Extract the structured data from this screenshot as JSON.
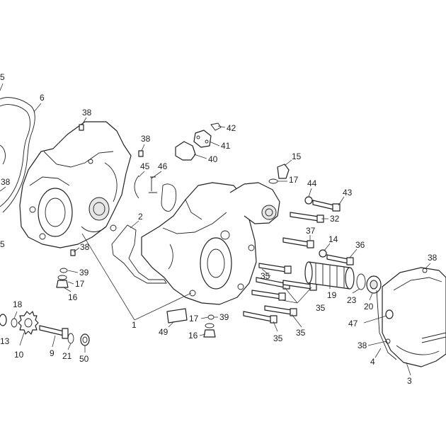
{
  "diagram": {
    "callouts": [
      {
        "id": "c5a",
        "text": "5"
      },
      {
        "id": "c6",
        "text": "6"
      },
      {
        "id": "c38a",
        "text": "38"
      },
      {
        "id": "c38b",
        "text": "38"
      },
      {
        "id": "c38c",
        "text": "38"
      },
      {
        "id": "c38d",
        "text": "38"
      },
      {
        "id": "c5b",
        "text": "5"
      },
      {
        "id": "c42",
        "text": "42"
      },
      {
        "id": "c41",
        "text": "41"
      },
      {
        "id": "c40",
        "text": "40"
      },
      {
        "id": "c45",
        "text": "45"
      },
      {
        "id": "c46",
        "text": "46"
      },
      {
        "id": "c15",
        "text": "15"
      },
      {
        "id": "c17a",
        "text": "17"
      },
      {
        "id": "c44",
        "text": "44"
      },
      {
        "id": "c43",
        "text": "43"
      },
      {
        "id": "c32",
        "text": "32"
      },
      {
        "id": "c37",
        "text": "37"
      },
      {
        "id": "c14",
        "text": "14"
      },
      {
        "id": "c36",
        "text": "36"
      },
      {
        "id": "c38e",
        "text": "38"
      },
      {
        "id": "c2",
        "text": "2"
      },
      {
        "id": "c39a",
        "text": "39"
      },
      {
        "id": "c17b",
        "text": "17"
      },
      {
        "id": "c16a",
        "text": "16"
      },
      {
        "id": "c35a",
        "text": "35"
      },
      {
        "id": "c35b",
        "text": "35"
      },
      {
        "id": "c35c",
        "text": "35"
      },
      {
        "id": "c35d",
        "text": "35"
      },
      {
        "id": "c19",
        "text": "19"
      },
      {
        "id": "c23",
        "text": "23"
      },
      {
        "id": "c20",
        "text": "20"
      },
      {
        "id": "c47",
        "text": "47"
      },
      {
        "id": "c38f",
        "text": "38"
      },
      {
        "id": "c4",
        "text": "4"
      },
      {
        "id": "c3",
        "text": "3"
      },
      {
        "id": "c1",
        "text": "1"
      },
      {
        "id": "c17c",
        "text": "17"
      },
      {
        "id": "c39b",
        "text": "39"
      },
      {
        "id": "c49",
        "text": "49"
      },
      {
        "id": "c16b",
        "text": "16"
      },
      {
        "id": "c18",
        "text": "18"
      },
      {
        "id": "c13",
        "text": "13"
      },
      {
        "id": "c10",
        "text": "10"
      },
      {
        "id": "c9",
        "text": "9"
      },
      {
        "id": "c21",
        "text": "21"
      },
      {
        "id": "c50",
        "text": "50"
      }
    ]
  }
}
